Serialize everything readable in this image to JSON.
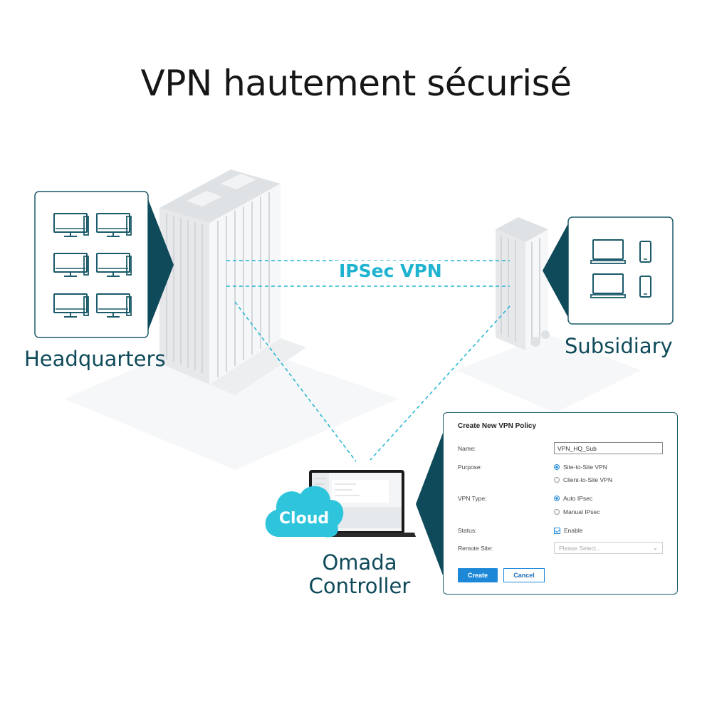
{
  "title": "VPN hautement sécurisé",
  "sites": {
    "headquarters": "Headquarters",
    "subsidiary": "Subsidiary"
  },
  "link_label": "IPSec VPN",
  "controller": {
    "line1": "Omada",
    "line2": "Controller",
    "cloud": "Cloud"
  },
  "dialog": {
    "title": "Create New VPN Policy",
    "fields": {
      "name_label": "Name:",
      "name_value": "VPN_HQ_Sub",
      "purpose_label": "Purpose:",
      "purpose_option_1": "Site-to-Site VPN",
      "purpose_option_2": "Client-to-Site VPN",
      "vpn_type_label": "VPN Type:",
      "vpn_type_option_1": "Auto IPsec",
      "vpn_type_option_2": "Manual IPsec",
      "status_label": "Status:",
      "status_option": "Enable",
      "remote_site_label": "Remote Site:",
      "remote_site_placeholder": "Please Select..."
    },
    "create_label": "Create",
    "cancel_label": "Cancel"
  },
  "colors": {
    "accent_dark": "#0f4a5a",
    "accent_cyan": "#1fb3cf",
    "button_blue": "#1e88d8"
  },
  "icons": {
    "hq_devices": [
      "desktop-icon",
      "desktop-icon",
      "desktop-icon",
      "desktop-icon",
      "desktop-icon",
      "desktop-icon"
    ],
    "sub_devices": [
      "laptop-icon",
      "phone-icon",
      "laptop-icon",
      "phone-icon"
    ]
  }
}
